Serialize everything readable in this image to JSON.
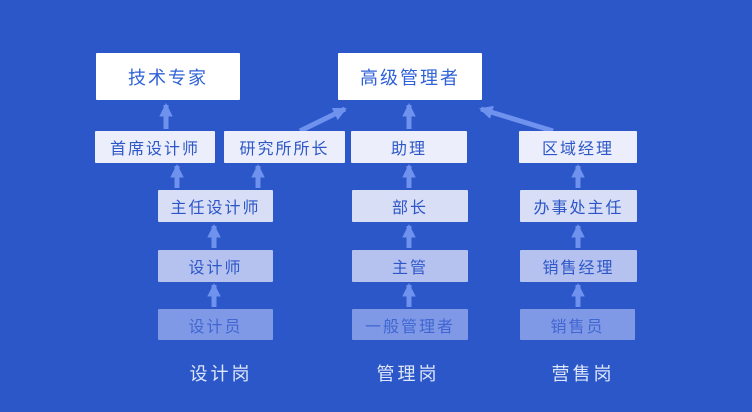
{
  "diagram": {
    "background_color": "#2b57c8",
    "arrow_color": "#6f92ee",
    "level_colors": {
      "level1": "#ffffff",
      "level2": "#eceffb",
      "level3": "#d8def6",
      "level4": "#b5c2f0",
      "level5": "#7f99e6"
    },
    "nodes": {
      "tech_expert": "技术专家",
      "senior_manager": "高级管理者",
      "chief_designer": "首席设计师",
      "institute_director": "研究所所长",
      "assistant": "助理",
      "regional_manager": "区域经理",
      "lead_designer": "主任设计师",
      "department_head": "部长",
      "office_director": "办事处主任",
      "designer": "设计师",
      "supervisor": "主管",
      "sales_manager": "销售经理",
      "junior_designer": "设计员",
      "general_manager": "一般管理者",
      "salesperson": "销售员"
    },
    "track_labels": {
      "design": "设计岗",
      "management": "管理岗",
      "sales": "营售岗"
    },
    "edges": [
      {
        "from": "junior_designer",
        "to": "designer"
      },
      {
        "from": "designer",
        "to": "lead_designer"
      },
      {
        "from": "lead_designer",
        "to": "chief_designer"
      },
      {
        "from": "lead_designer",
        "to": "institute_director"
      },
      {
        "from": "chief_designer",
        "to": "tech_expert"
      },
      {
        "from": "institute_director",
        "to": "senior_manager"
      },
      {
        "from": "general_manager",
        "to": "supervisor"
      },
      {
        "from": "supervisor",
        "to": "department_head"
      },
      {
        "from": "department_head",
        "to": "assistant"
      },
      {
        "from": "assistant",
        "to": "senior_manager"
      },
      {
        "from": "salesperson",
        "to": "sales_manager"
      },
      {
        "from": "sales_manager",
        "to": "office_director"
      },
      {
        "from": "office_director",
        "to": "regional_manager"
      },
      {
        "from": "regional_manager",
        "to": "senior_manager"
      }
    ]
  }
}
